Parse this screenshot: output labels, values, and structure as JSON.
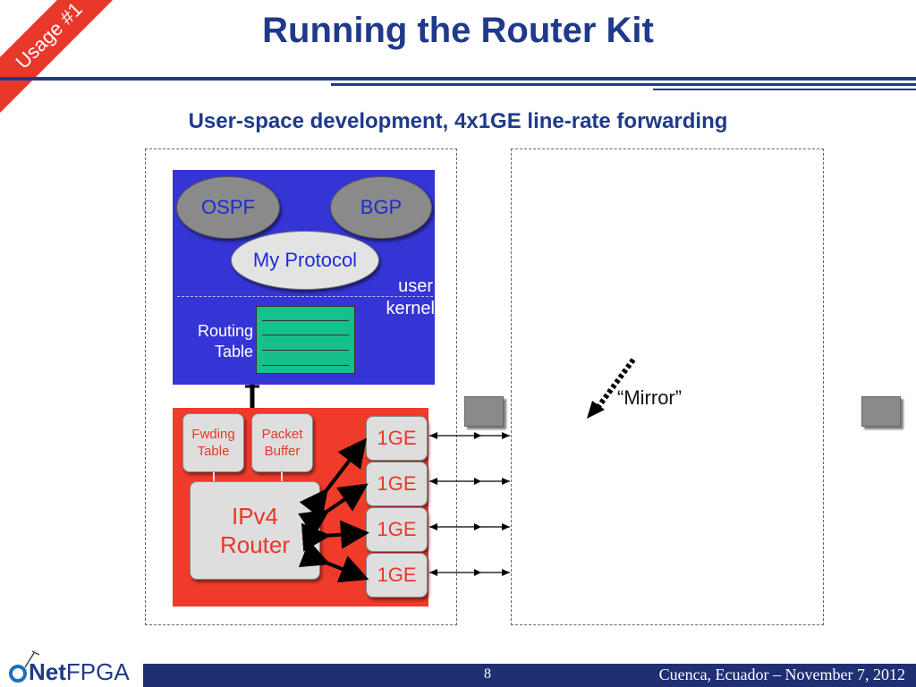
{
  "slide": {
    "title": "Running the Router Kit",
    "badge": "Usage #1",
    "subtitle": "User-space development, 4x1GE line-rate forwarding"
  },
  "diagram": {
    "user_space": {
      "ospf": "OSPF",
      "bgp": "BGP",
      "my_protocol": "My Protocol",
      "user_label": "user",
      "kernel_label": "kernel",
      "routing_table_line1": "Routing",
      "routing_table_line2": "Table"
    },
    "hardware": {
      "fwding_table_line1": "Fwding",
      "fwding_table_line2": "Table",
      "packet_buffer_line1": "Packet",
      "packet_buffer_line2": "Buffer",
      "ipv4_line1": "IPv4",
      "ipv4_line2": "Router",
      "ports": [
        "1GE",
        "1GE",
        "1GE",
        "1GE"
      ]
    },
    "mirror_label": "“Mirror”"
  },
  "footer": {
    "logo_net": "Net",
    "logo_fpga": "FPGA",
    "page_number": "8",
    "caption": "Cuenca, Ecuador – November 7, 2012"
  },
  "colors": {
    "title": "#1f3a8a",
    "user_space_bg": "#3535d6",
    "hardware_bg": "#f03a2a",
    "routing_table": "#17c08a",
    "footer_bar": "#1f2f73"
  }
}
